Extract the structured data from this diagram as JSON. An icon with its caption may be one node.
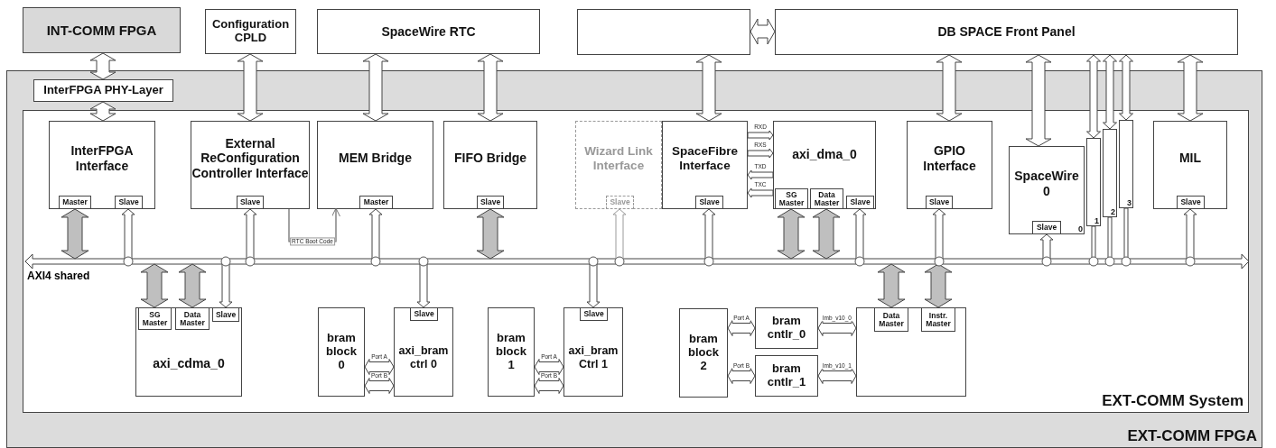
{
  "diagram": {
    "nodes": [
      {
        "text": [
          "INT-COMM FPGA"
        ]
      },
      {
        "text": [
          "Configuration CPLD"
        ]
      },
      {
        "text": [
          "SpaceWire RTC"
        ]
      },
      {
        "text": [],
        "shape": "box"
      },
      {
        "text": [
          "DB SPACE Front Panel"
        ]
      },
      {
        "text": [
          "EXT-COMM FPGA"
        ]
      },
      {
        "text": [
          "InterFPGA PHY-Layer"
        ],
        "in": 5
      },
      {
        "text": [
          "EXT-COMM System"
        ],
        "in": 5
      },
      {
        "text": [
          "InterFPGA Interface"
        ],
        "in": 7
      },
      {
        "text": [
          "Master"
        ],
        "in": 8
      },
      {
        "text": [
          "Slave"
        ],
        "in": 8
      },
      {
        "text": [
          "External ReConfiguration Controller Interface"
        ],
        "in": 7
      },
      {
        "text": [
          "Slave"
        ],
        "in": 11
      },
      {
        "text": [
          "MEM Bridge"
        ],
        "in": 7
      },
      {
        "text": [
          "Master"
        ],
        "in": 13
      },
      {
        "text": [
          "FIFO Bridge"
        ],
        "in": 7
      },
      {
        "text": [
          "Slave"
        ],
        "in": 15
      },
      {
        "text": [
          "Wizard Link Interface"
        ],
        "in": 7
      },
      {
        "text": [
          "Slave"
        ],
        "in": 17
      },
      {
        "text": [
          "SpaceFibre Interface"
        ],
        "in": 7
      },
      {
        "text": [
          "Slave"
        ],
        "in": 19
      },
      {
        "text": [
          "axi_dma_0"
        ],
        "in": 7
      },
      {
        "text": [
          "SG Master"
        ],
        "in": 21
      },
      {
        "text": [
          "Data Master"
        ],
        "in": 21
      },
      {
        "text": [
          "Slave"
        ],
        "in": 21
      },
      {
        "text": [
          "GPIO Interface"
        ],
        "in": 7
      },
      {
        "text": [
          "Slave"
        ],
        "in": 25
      },
      {
        "text": [
          "SpaceWire 0",
          "0"
        ],
        "in": 7
      },
      {
        "text": [
          "Slave"
        ],
        "in": 27
      },
      {
        "text": [
          "1"
        ],
        "in": 7
      },
      {
        "text": [
          "2"
        ],
        "in": 7
      },
      {
        "text": [
          "3"
        ],
        "in": 7
      },
      {
        "text": [
          "MIL"
        ],
        "in": 7
      },
      {
        "text": [
          "Slave"
        ],
        "in": 32
      },
      {
        "text": [],
        "shape": "bar",
        "in": 7,
        "beside": [
          "AXI4 shared"
        ]
      },
      {
        "text": [
          "axi_cdma_0"
        ],
        "in": 7
      },
      {
        "text": [
          "SG Master"
        ],
        "in": 35
      },
      {
        "text": [
          "Data Master"
        ],
        "in": 35
      },
      {
        "text": [
          "Slave"
        ],
        "in": 35
      },
      {
        "text": [
          "bram block 0"
        ],
        "in": 7
      },
      {
        "text": [
          "axi_bram ctrl 0"
        ],
        "in": 7
      },
      {
        "text": [
          "Slave"
        ],
        "in": 40
      },
      {
        "text": [
          "bram block 1"
        ],
        "in": 7
      },
      {
        "text": [
          "axi_bram Ctrl 1"
        ],
        "in": 7
      },
      {
        "text": [
          "Slave"
        ],
        "in": 43
      },
      {
        "text": [
          "bram block 2"
        ],
        "in": 7
      },
      {
        "text": [
          "bram cntlr_0"
        ],
        "in": 7
      },
      {
        "text": [
          "bram cntlr_1"
        ],
        "in": 7
      },
      {
        "text": [],
        "shape": "box",
        "in": 7
      },
      {
        "text": [
          "Data Master"
        ],
        "in": 48
      },
      {
        "text": [
          "Instr. Master"
        ],
        "in": 48
      }
    ],
    "edges": [
      {
        "from": 0,
        "to": 6,
        "arrow": "both"
      },
      {
        "from": 6,
        "to": 8,
        "arrow": "both"
      },
      {
        "from": 1,
        "to": 11,
        "arrow": "both"
      },
      {
        "from": 2,
        "to": 13,
        "arrow": "both"
      },
      {
        "from": 2,
        "to": 15,
        "arrow": "both"
      },
      {
        "from": 3,
        "to": 19,
        "arrow": "both"
      },
      {
        "from": 3,
        "to": 4,
        "arrow": "both"
      },
      {
        "from": 4,
        "to": 25,
        "arrow": "both"
      },
      {
        "from": 4,
        "to": 27,
        "arrow": "both"
      },
      {
        "from": 4,
        "to": 29,
        "arrow": "both"
      },
      {
        "from": 4,
        "to": 30,
        "arrow": "both"
      },
      {
        "from": 4,
        "to": 31,
        "arrow": "both"
      },
      {
        "from": 4,
        "to": 32,
        "arrow": "both"
      },
      {
        "from": 9,
        "to": 34,
        "arrow": "both",
        "color": "#bfbfbf"
      },
      {
        "from": 34,
        "to": 10,
        "arrow": "to"
      },
      {
        "from": 34,
        "to": 12,
        "arrow": "to"
      },
      {
        "from": 11,
        "to": 13,
        "arrow": "to",
        "label": "RTC Boot Code"
      },
      {
        "from": 34,
        "to": 14,
        "arrow": "to"
      },
      {
        "from": 16,
        "to": 34,
        "arrow": "both",
        "color": "#bfbfbf"
      },
      {
        "from": 34,
        "to": 18,
        "arrow": "to"
      },
      {
        "from": 34,
        "to": 20,
        "arrow": "to"
      },
      {
        "from": 22,
        "to": 34,
        "arrow": "both",
        "color": "#bfbfbf"
      },
      {
        "from": 23,
        "to": 34,
        "arrow": "both",
        "color": "#bfbfbf"
      },
      {
        "from": 34,
        "to": 24,
        "arrow": "to"
      },
      {
        "from": 34,
        "to": 26,
        "arrow": "to"
      },
      {
        "from": 34,
        "to": 28,
        "arrow": "to"
      },
      {
        "from": 29,
        "to": 34,
        "arrow": "none"
      },
      {
        "from": 30,
        "to": 34,
        "arrow": "none"
      },
      {
        "from": 31,
        "to": 34,
        "arrow": "none"
      },
      {
        "from": 34,
        "to": 33,
        "arrow": "to"
      },
      {
        "from": 34,
        "to": 38,
        "arrow": "to"
      },
      {
        "from": 36,
        "to": 34,
        "arrow": "both",
        "color": "#bfbfbf"
      },
      {
        "from": 37,
        "to": 34,
        "arrow": "both",
        "color": "#bfbfbf"
      },
      {
        "from": 34,
        "to": 41,
        "arrow": "to"
      },
      {
        "from": 34,
        "to": 44,
        "arrow": "to"
      },
      {
        "from": 49,
        "to": 34,
        "arrow": "both",
        "color": "#bfbfbf"
      },
      {
        "from": 50,
        "to": 34,
        "arrow": "both",
        "color": "#bfbfbf"
      },
      {
        "from": 39,
        "to": 40,
        "arrow": "both",
        "label": "Port A"
      },
      {
        "from": 39,
        "to": 40,
        "arrow": "both",
        "label": "Port B"
      },
      {
        "from": 42,
        "to": 43,
        "arrow": "both",
        "label": "Port A"
      },
      {
        "from": 42,
        "to": 43,
        "arrow": "both",
        "label": "Port B"
      },
      {
        "from": 45,
        "to": 46,
        "arrow": "both",
        "label": "Port A"
      },
      {
        "from": 45,
        "to": 47,
        "arrow": "both",
        "label": "Port B"
      },
      {
        "from": 46,
        "to": 48,
        "arrow": "both",
        "label": "lmb_v10_0"
      },
      {
        "from": 47,
        "to": 48,
        "arrow": "both",
        "label": "lmb_v10_1"
      },
      {
        "from": 19,
        "to": 21,
        "arrow": "to",
        "label": "RXD"
      },
      {
        "from": 19,
        "to": 21,
        "arrow": "to",
        "label": "RXS"
      },
      {
        "from": 21,
        "to": 19,
        "arrow": "to",
        "label": "TXD"
      },
      {
        "from": 21,
        "to": 19,
        "arrow": "to",
        "label": "TXC"
      }
    ]
  }
}
